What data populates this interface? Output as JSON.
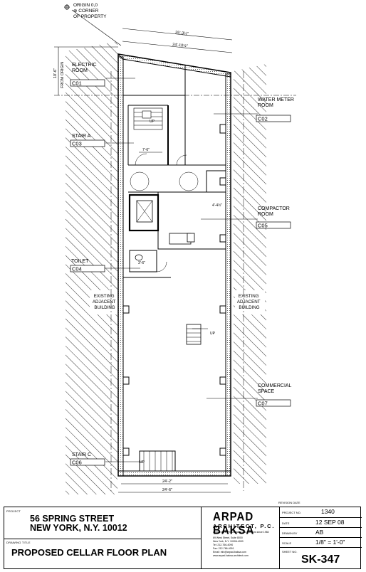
{
  "origin_note": {
    "line1": "ORIGIN 0,0",
    "line2": "⊕ CORNER",
    "line3": "OF PROPERTY"
  },
  "dims": {
    "top_outer": "25'-3½\"",
    "top_inner": "24'-10½\"",
    "from_origin_value": "10'-6\"",
    "from_origin_label": "FROM ORIGIN",
    "stair_a_width": "7'-6\"",
    "compactor_width": "4'-4½\"",
    "toilet_width": "3'-6\"",
    "bottom_inner": "24'-2\"",
    "bottom_outer": "24'-6\""
  },
  "rooms": [
    {
      "name": "ELECTRIC\nROOM",
      "tag": "C01"
    },
    {
      "name": "WATER  METER\nROOM",
      "tag": "C02"
    },
    {
      "name": "STAIR  A",
      "tag": "C03"
    },
    {
      "name": "TOILET",
      "tag": "C04"
    },
    {
      "name": "COMPACTOR\nROOM",
      "tag": "C05"
    },
    {
      "name": "STAIR  C",
      "tag": "C06"
    },
    {
      "name": "COMMERCIAL\nSPACE",
      "tag": "C07"
    }
  ],
  "adjacent": {
    "left": "EXISTING\nADJACENT\nBUILDING",
    "right": "EXISTING\nADJACENT\nBUILDING"
  },
  "stair_up_labels": [
    "UP",
    "UP",
    "UP"
  ],
  "title_block": {
    "revision_date_label": "REVISION DATE",
    "project_label": "PROJECT",
    "project_line1": "56  SPRING  STREET",
    "project_line2": "NEW  YORK,  N.Y.  10012",
    "drawing_title_label": "DRAWING TITLE",
    "drawing_title": "PROPOSED  CELLAR  FLOOR  PLAN",
    "architect_name": "ARPAD  BAKSA",
    "architect_sub": "ARCHITECT,  P.C.",
    "architect_tagline": "Architecture, Preservation and Interiors since 1984",
    "architect_line1": "69 West Street, Suite 8000",
    "architect_line2": "New York, N.Y. 10006-4900",
    "architect_line3": "Tel: 212-766-4090",
    "architect_line4": "Fax: 212-766-4091",
    "architect_line5": "Email: info@arpad-baksa.com",
    "architect_line6": "www.arpad-baksa-architect.com",
    "project_no_label": "PROJECT NO.",
    "project_no": "1340",
    "date_label": "DATE",
    "date": "12  SEP  08",
    "drawn_by_label": "DRAWN BY",
    "drawn_by": "AB",
    "scale_label": "SCALE",
    "scale": "1/8\"  =  1'-0\"",
    "sheet_no_label": "SHEET NO.",
    "sheet_no": "SK-347"
  }
}
